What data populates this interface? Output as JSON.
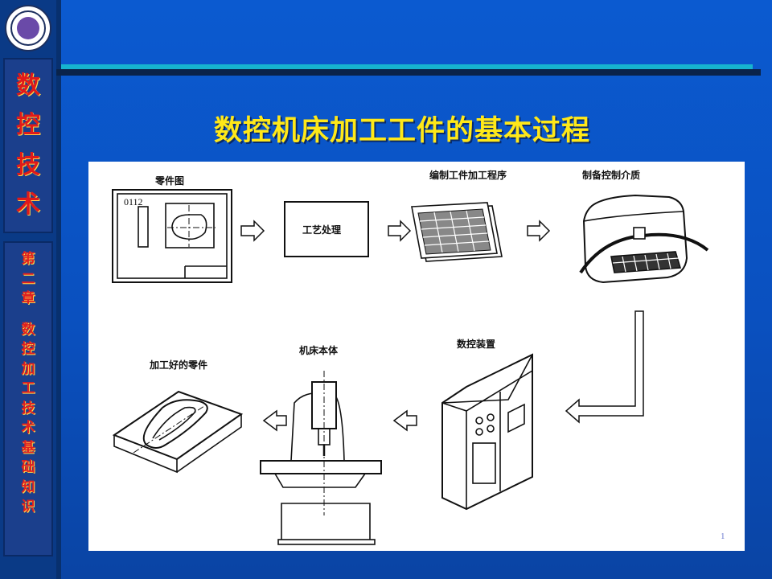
{
  "sidebar": {
    "course_chars": [
      "数",
      "控",
      "技",
      "术"
    ],
    "chapter_chars": [
      "第",
      "二",
      "章",
      "数",
      "控",
      "加",
      "工",
      "技",
      "术",
      "基",
      "础",
      "知",
      "识"
    ]
  },
  "slide": {
    "title": "数控机床加工工件的基本过程",
    "page_number": "1"
  },
  "diagram": {
    "steps": {
      "part_drawing": "零件图",
      "part_code": "0112",
      "process_planning": "工艺处理",
      "program_writing": "编制工件加工程序",
      "control_medium": "制备控制介质",
      "cnc_device": "数控装置",
      "machine_body": "机床本体",
      "finished_part": "加工好的零件"
    }
  },
  "colors": {
    "background": "#0b52c6",
    "title": "#ffe818",
    "sidebar_text": "#e01a1a",
    "accent_rule": "#16b4cf"
  }
}
